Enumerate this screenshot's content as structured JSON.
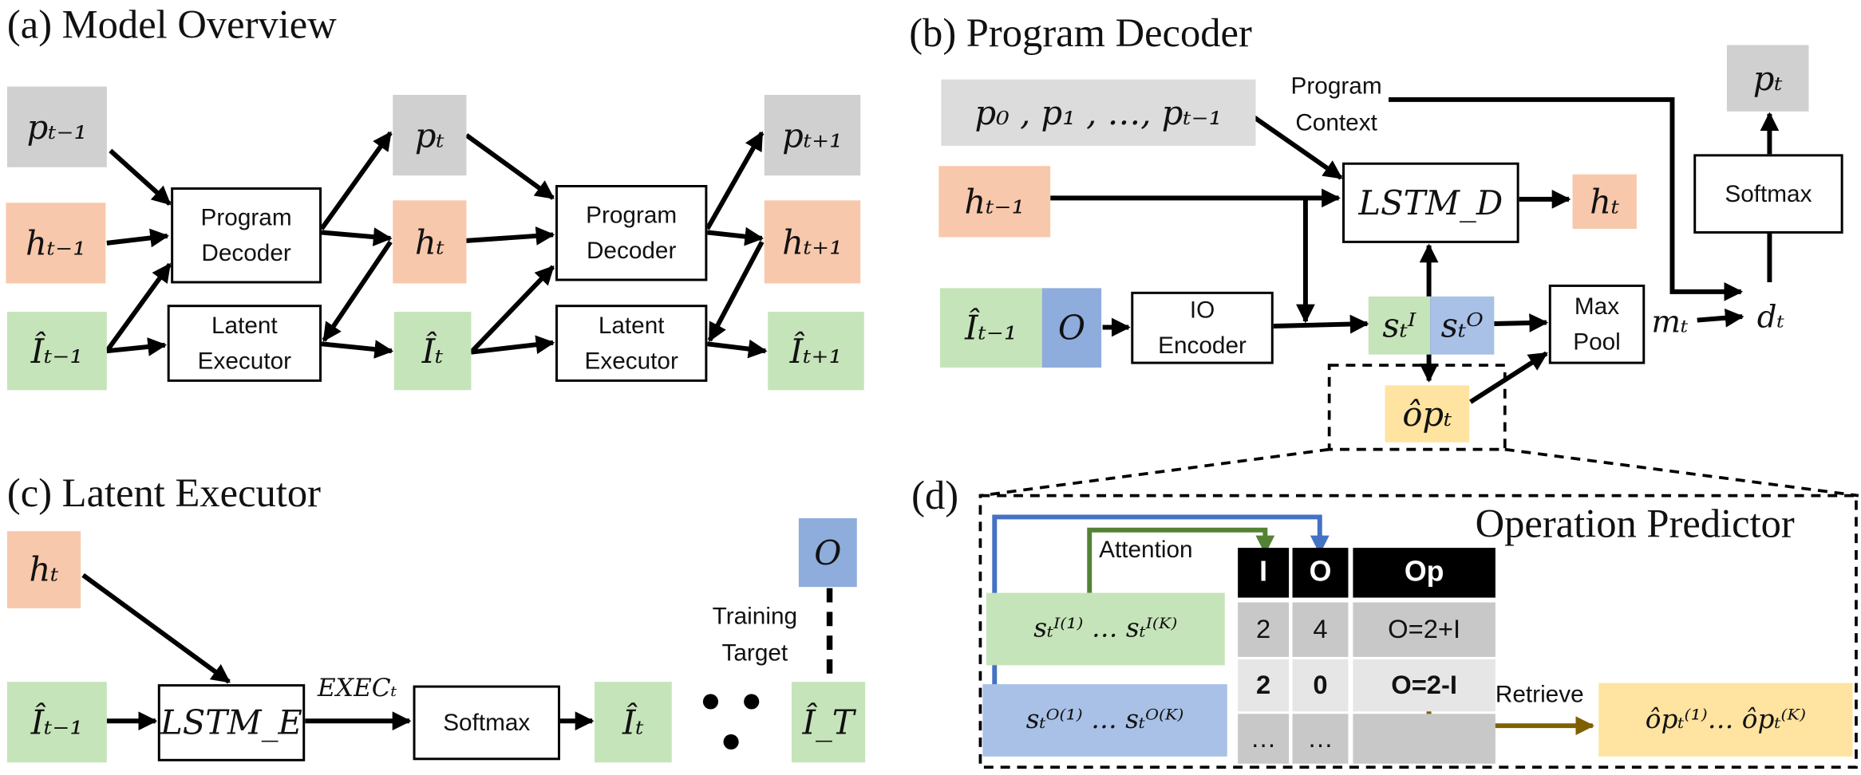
{
  "panels": {
    "a": "(a) Model Overview",
    "b": "(b) Program Decoder",
    "c": "(c) Latent Executor",
    "d": "(d)",
    "d_title": "Operation Predictor"
  },
  "math": {
    "p_tm1": "pₜ₋₁",
    "h_tm1": "hₜ₋₁",
    "I_tm1": "Îₜ₋₁",
    "p_t": "pₜ",
    "h_t": "hₜ",
    "I_t": "Îₜ",
    "p_tp1": "pₜ₊₁",
    "h_tp1": "hₜ₊₁",
    "I_tp1": "Îₜ₊₁",
    "p_seq": "p₀ , p₁ , …,   pₜ₋₁",
    "O": "O",
    "lstm_d": "LSTM_D",
    "s_I": "sₜᴵ",
    "s_O": "sₜᴼ",
    "op_hat": "ôpₜ",
    "m_t": "mₜ",
    "d_t": "dₜ",
    "lstm_e": "LSTM_E",
    "exec_t": "EXECₜ",
    "I_T": "Î_T",
    "sI_list": "sₜᴵ⁽¹⁾ … sₜᴵ⁽ᴷ⁾",
    "sO_list": "sₜᴼ⁽¹⁾ … sₜᴼ⁽ᴷ⁾",
    "op_list": "ôpₜ⁽¹⁾… ôpₜ⁽ᴷ⁾"
  },
  "labels": {
    "program_decoder": "Program Decoder",
    "latent_executor": "Latent Executor",
    "program_context": "Program Context",
    "io_encoder": "IO Encoder",
    "softmax": "Softmax",
    "max_pool": "Max Pool",
    "training_target": "Training Target",
    "attention": "Attention",
    "retrieve": "Retrieve",
    "dots": "● ● ●"
  },
  "table": {
    "headers": [
      "I",
      "O",
      "Op"
    ],
    "rows": [
      [
        "2",
        "4",
        "O=2+I"
      ],
      [
        "2",
        "0",
        "O=2-I"
      ],
      [
        "…",
        "…",
        ""
      ]
    ]
  },
  "colors": {
    "program": "#d0d0d0",
    "hidden": "#f8c8ac",
    "input": "#c6e4b9",
    "output": "#8eacdc",
    "op": "#ffe3a0",
    "attention_green": "#548235",
    "attention_blue": "#4472c4",
    "retrieve_brown": "#7f6000"
  }
}
